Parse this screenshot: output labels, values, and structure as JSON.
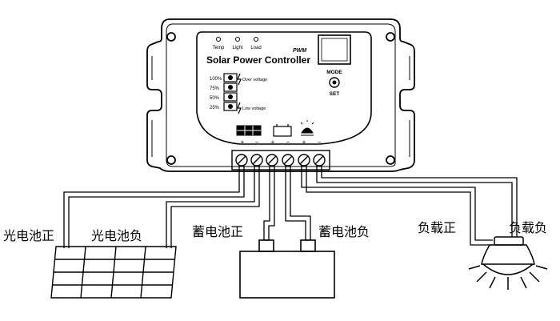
{
  "controller": {
    "title": "Solar Power Controller",
    "pwm_label": "PWM",
    "leds": [
      "Temp",
      "Light",
      "Load"
    ],
    "levels": [
      "100%",
      "75%",
      "50%",
      "25%"
    ],
    "over_voltage": "Over voltage",
    "low_voltage": "Low voltage",
    "mode_label": "MODE",
    "set_label": "SET",
    "polarity": [
      "+",
      "−",
      "+",
      "−",
      "+",
      "−"
    ]
  },
  "labels": {
    "pv_positive": "光电池正",
    "pv_negative": "光电池负",
    "battery_positive": "蓄电池正",
    "battery_negative": "蓄电池负",
    "load_positive": "负载正",
    "load_negative": "负载负"
  },
  "icons": [
    "solar-panel-icon",
    "battery-icon",
    "lamp-icon"
  ]
}
